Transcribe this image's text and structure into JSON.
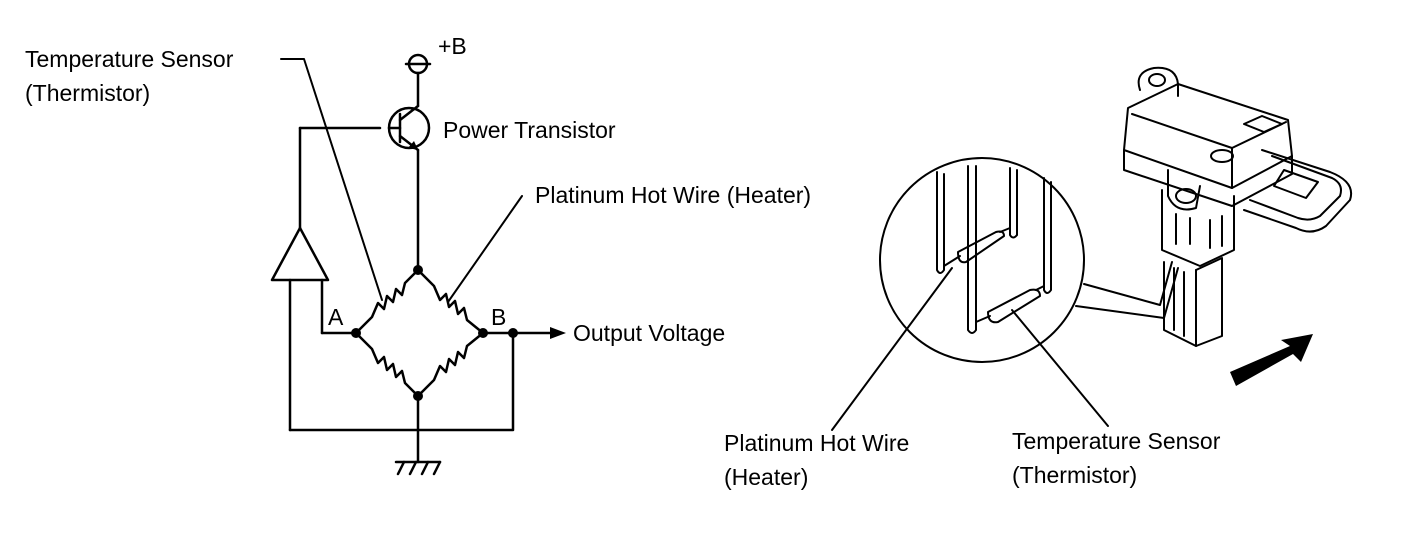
{
  "circuit": {
    "temp_sensor_line1": "Temperature Sensor",
    "temp_sensor_line2": "(Thermistor)",
    "supply": "+B",
    "power_transistor": "Power Transistor",
    "hot_wire": "Platinum Hot Wire (Heater)",
    "node_a": "A",
    "node_b": "B",
    "output": "Output Voltage"
  },
  "sensor_view": {
    "hot_wire_line1": "Platinum Hot Wire",
    "hot_wire_line2": "(Heater)",
    "temp_sensor_line1": "Temperature Sensor",
    "temp_sensor_line2": "(Thermistor)",
    "airflow_arrow_icon": "airflow-arrow-icon"
  },
  "colors": {
    "ink": "#000000",
    "background": "#ffffff"
  }
}
